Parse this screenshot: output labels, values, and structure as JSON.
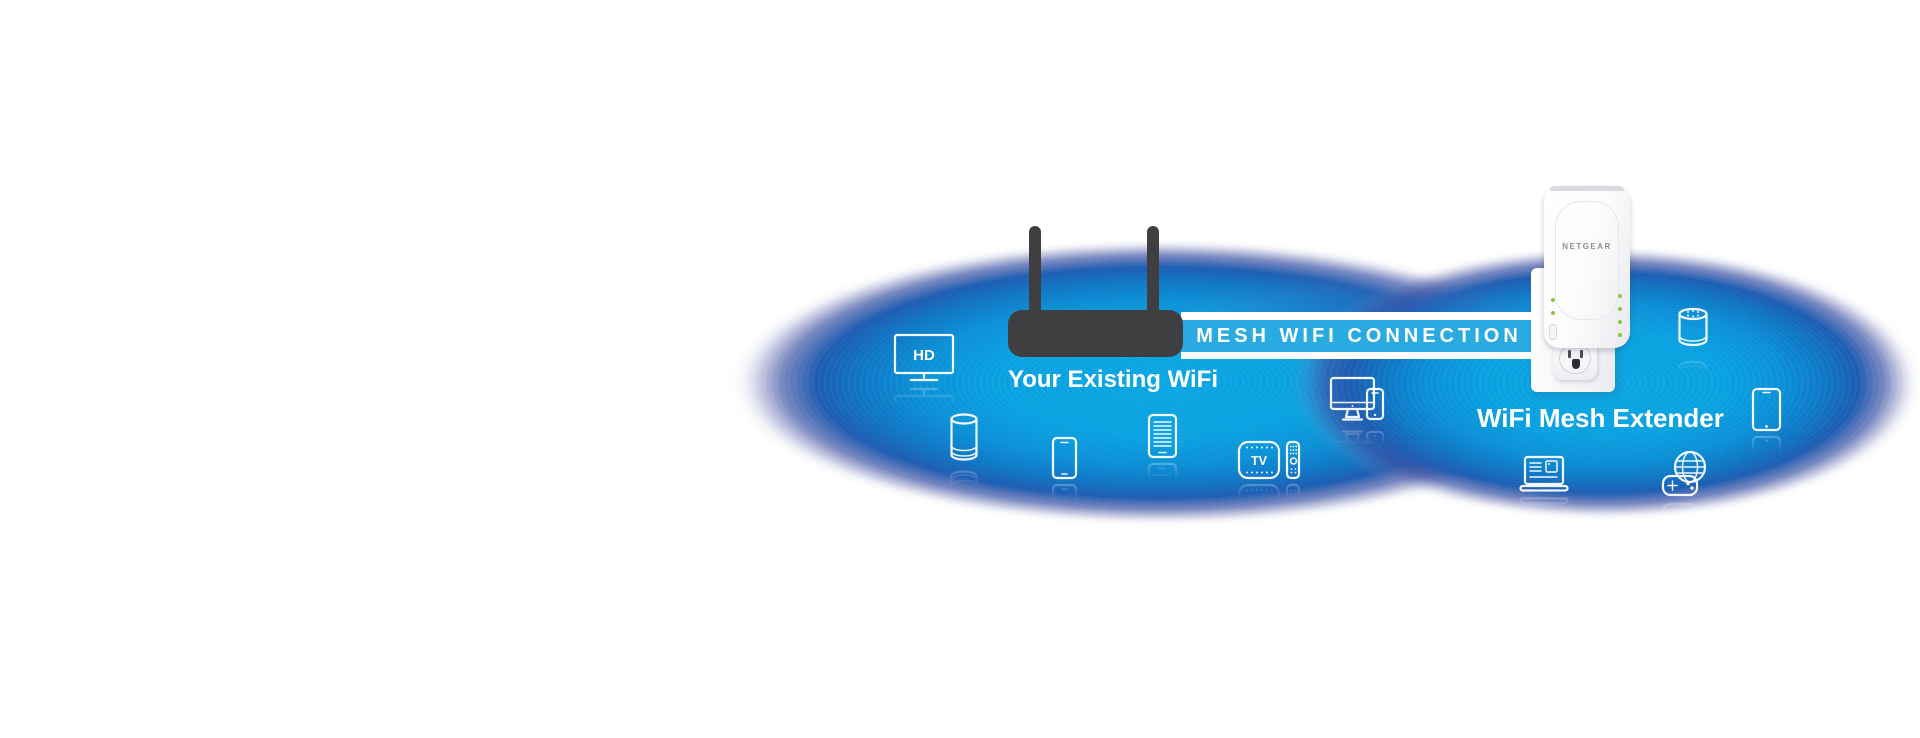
{
  "diagram": {
    "band": {
      "label": "MESH WIFI CONNECTION"
    },
    "router": {
      "label": "Your Existing WiFi"
    },
    "extender": {
      "label": "WiFi Mesh Extender",
      "brand": "NETGEAR"
    },
    "devices": [
      {
        "name": "hd-tv-icon",
        "badge": "HD"
      },
      {
        "name": "smart-speaker-tall-icon"
      },
      {
        "name": "smartphone-icon"
      },
      {
        "name": "e-reader-tablet-icon"
      },
      {
        "name": "tv-streaming-box-icon",
        "badge": "TV"
      },
      {
        "name": "tv-remote-icon"
      },
      {
        "name": "desktop-monitor-and-phone-icon"
      },
      {
        "name": "laptop-icon"
      },
      {
        "name": "globe-and-game-controller-icon"
      },
      {
        "name": "smart-speaker-short-icon"
      },
      {
        "name": "tablet-icon"
      }
    ],
    "colors": {
      "coverage_center": "#0AA9E6",
      "coverage_mid": "#0F79C8",
      "coverage_rim": "#3A51A4",
      "band_blue": "#29ABE2",
      "router_dark": "#3F3F41",
      "led_green": "#8CC63F",
      "text_white": "#FFFFFF"
    }
  }
}
